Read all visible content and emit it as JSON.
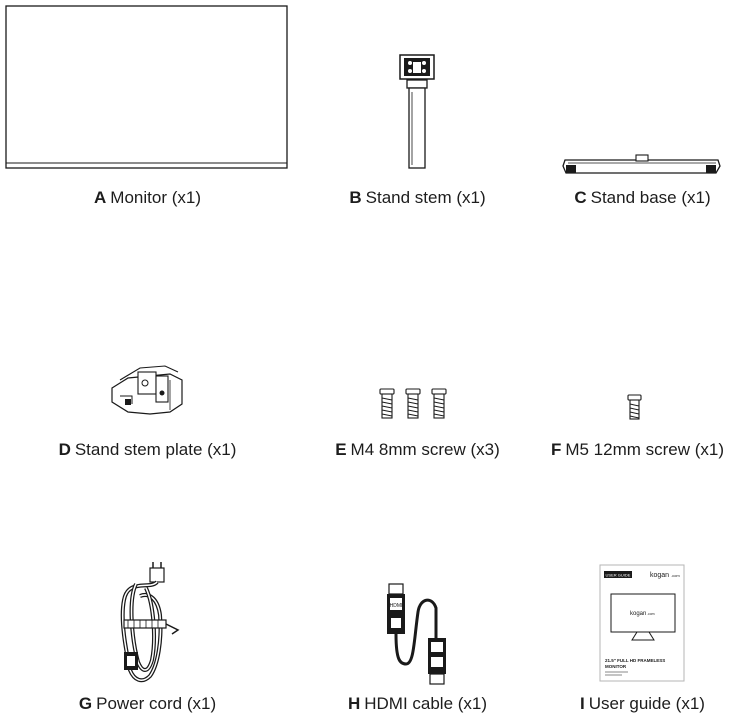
{
  "items": [
    {
      "letter": "A",
      "label": "Monitor (x1)",
      "icon": "monitor-icon"
    },
    {
      "letter": "B",
      "label": "Stand stem (x1)",
      "icon": "stand-stem-icon"
    },
    {
      "letter": "C",
      "label": "Stand base (x1)",
      "icon": "stand-base-icon"
    },
    {
      "letter": "D",
      "label": "Stand stem plate (x1)",
      "icon": "stand-stem-plate-icon"
    },
    {
      "letter": "E",
      "label": "M4 8mm screw (x3)",
      "icon": "m4-screw-icon"
    },
    {
      "letter": "F",
      "label": "M5 12mm screw (x1)",
      "icon": "m5-screw-icon"
    },
    {
      "letter": "G",
      "label": "Power cord (x1)",
      "icon": "power-cord-icon"
    },
    {
      "letter": "H",
      "label": "HDMI cable (x1)",
      "icon": "hdmi-cable-icon"
    },
    {
      "letter": "I",
      "label": "User guide (x1)",
      "icon": "user-guide-icon"
    }
  ],
  "user_guide": {
    "tag": "USER GUIDE",
    "brand": "kogan",
    "brand_suffix": ".com",
    "screen_brand": "kogan",
    "screen_brand_suffix": ".com",
    "title_line1": "21.5\" FULL HD FRAMELESS",
    "title_line2": "MONITOR"
  },
  "hdmi": {
    "label": "HDMI"
  }
}
